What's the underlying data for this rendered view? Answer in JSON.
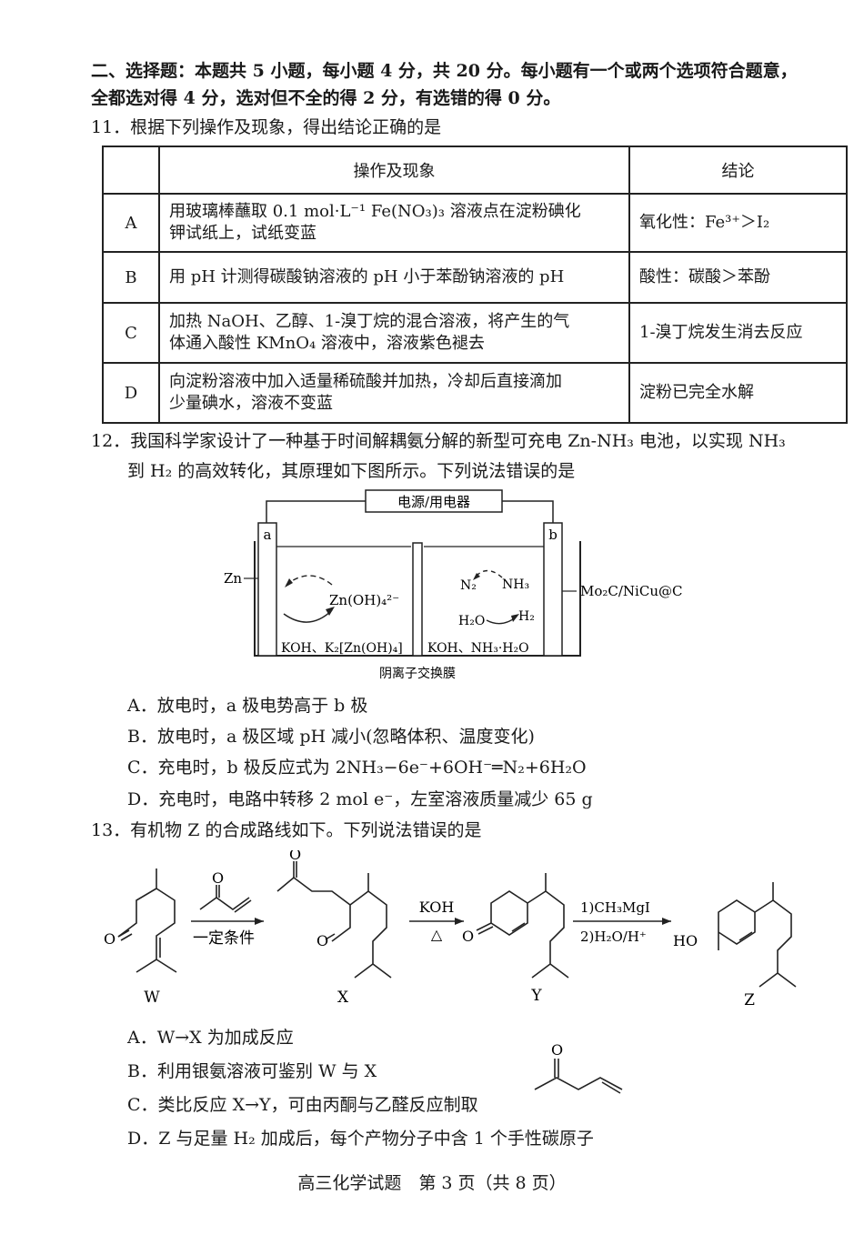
{
  "section_header_line1": "二、选择题：本题共 5 小题，每小题 4 分，共 20 分。每小题有一个或两个选项符合题意，",
  "section_header_line2": "全都选对得 4 分，选对但不全的得 2 分，有选错的得 0 分。",
  "q11": {
    "stem": "11．根据下列操作及现象，得出结论正确的是",
    "col_operation": "操作及现象",
    "col_conclusion": "结论",
    "rows": [
      {
        "letter": "A",
        "op_line1": "用玻璃棒蘸取 0.1 mol·L⁻¹ Fe(NO₃)₃ 溶液点在淀粉碘化",
        "op_line2": "钾试纸上，试纸变蓝",
        "conclusion": "氧化性：Fe³⁺＞I₂"
      },
      {
        "letter": "B",
        "op_line1": "用 pH 计测得碳酸钠溶液的 pH 小于苯酚钠溶液的 pH",
        "op_line2": "",
        "conclusion": "酸性：碳酸＞苯酚"
      },
      {
        "letter": "C",
        "op_line1": "加热 NaOH、乙醇、1-溴丁烷的混合溶液，将产生的气",
        "op_line2": "体通入酸性 KMnO₄ 溶液中，溶液紫色褪去",
        "conclusion": "1-溴丁烷发生消去反应"
      },
      {
        "letter": "D",
        "op_line1": "向淀粉溶液中加入适量稀硫酸并加热，冷却后直接滴加",
        "op_line2": "少量碘水，溶液不变蓝",
        "conclusion": "淀粉已完全水解"
      }
    ]
  },
  "q12": {
    "stem_line1": "12．我国科学家设计了一种基于时间解耦氨分解的新型可充电 Zn-NH₃ 电池，以实现 NH₃",
    "stem_line2": "到 H₂ 的高效转化，其原理如下图所示。下列说法错误的是",
    "diagram": {
      "top_box": "电源/用电器",
      "electrode_a": "a",
      "electrode_b": "b",
      "zn_label": "Zn",
      "zn_species": "Zn(OH)₄²⁻",
      "n2": "N₂",
      "nh3": "NH₃",
      "h2o": "H₂O",
      "h2": "H₂",
      "cathode_label": "Mo₂C/NiCu@C",
      "left_solution": "KOH、K₂[Zn(OH)₄]",
      "right_solution": "KOH、NH₃·H₂O",
      "membrane": "阴离子交换膜"
    },
    "options": [
      "A．放电时，a 极电势高于 b 极",
      "B．放电时，a 极区域 pH 减小(忽略体积、温度变化)",
      "C．充电时，b 极反应式为 2NH₃−6e⁻+6OH⁻═N₂+6H₂O",
      "D．充电时，电路中转移 2 mol e⁻，左室溶液质量减少 65 g"
    ]
  },
  "q13": {
    "stem": "13．有机物 Z 的合成路线如下。下列说法错误的是",
    "scheme": {
      "w": "W",
      "x": "X",
      "y": "Y",
      "z": "Z",
      "cond1": "一定条件",
      "koh": "KOH",
      "delta": "△",
      "step1": "1)CH₃MgI",
      "step2": "2)H₂O/H⁺",
      "o": "O",
      "ho": "HO"
    },
    "options": [
      "A．W→X 为加成反应",
      "B．利用银氨溶液可鉴别 W 与 X",
      "C．类比反应 X→Y，可由丙酮与乙醛反应制取",
      "D．Z 与足量 H₂ 加成后，每个产物分子中含 1 个手性碳原子"
    ]
  },
  "footer": "高三化学试题　第 3 页（共 8 页）"
}
